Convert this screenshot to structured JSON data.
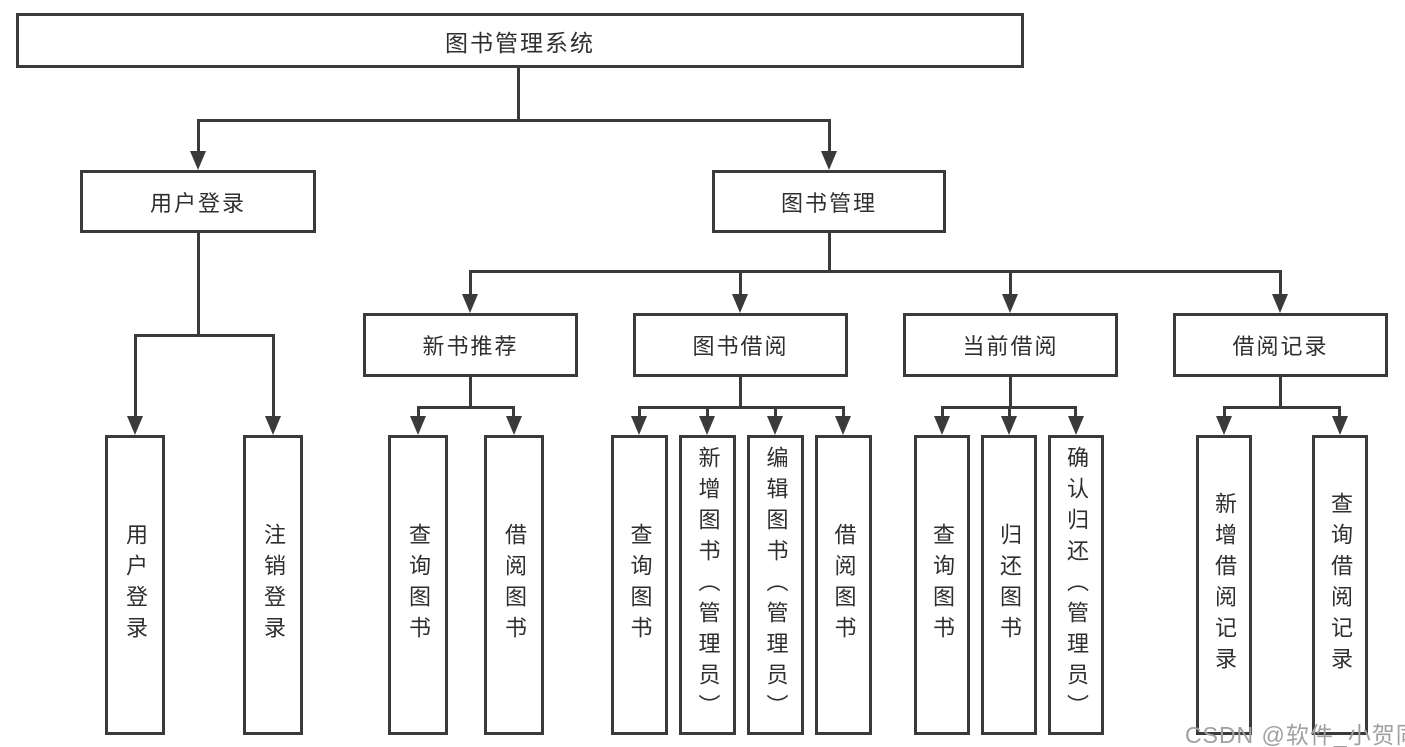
{
  "tree": {
    "root": {
      "label": "图书管理系统",
      "children": [
        {
          "label": "用户登录",
          "children": [
            {
              "label": "用户登录"
            },
            {
              "label": "注销登录"
            }
          ]
        },
        {
          "label": "图书管理",
          "children": [
            {
              "label": "新书推荐",
              "children": [
                {
                  "label": "查询图书"
                },
                {
                  "label": "借阅图书"
                }
              ]
            },
            {
              "label": "图书借阅",
              "children": [
                {
                  "label": "查询图书"
                },
                {
                  "label": "新增图书（管理员）"
                },
                {
                  "label": "编辑图书（管理员）"
                },
                {
                  "label": "借阅图书"
                }
              ]
            },
            {
              "label": "当前借阅",
              "children": [
                {
                  "label": "查询图书"
                },
                {
                  "label": "归还图书"
                },
                {
                  "label": "确认归还（管理员）"
                }
              ]
            },
            {
              "label": "借阅记录",
              "children": [
                {
                  "label": "新增借阅记录"
                },
                {
                  "label": "查询借阅记录"
                }
              ]
            }
          ]
        }
      ]
    }
  },
  "watermark": {
    "text": "CSDN @软件_小贺同学",
    "color": "#a0a0a0"
  },
  "colors": {
    "line": "#3a3a3a",
    "text": "#2f2f2f",
    "box_background": "#ffffff",
    "page_background": "#ffffff"
  }
}
